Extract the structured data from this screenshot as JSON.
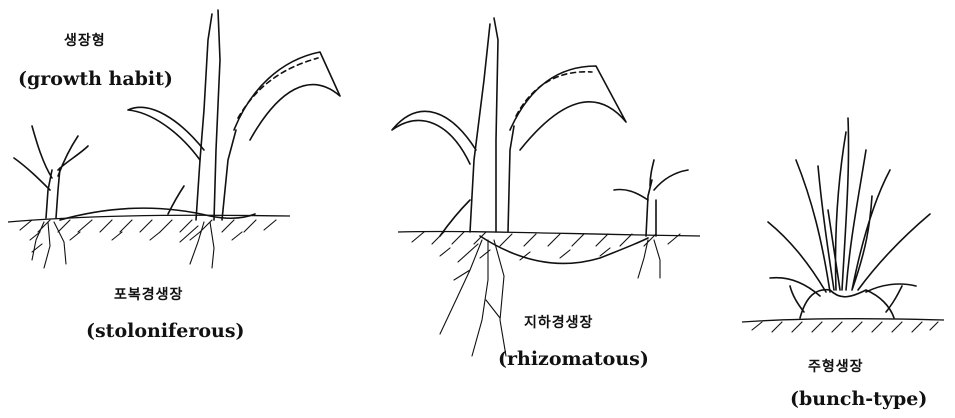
{
  "title": {
    "korean": "생장형",
    "english": "(growth  habit)"
  },
  "types": [
    {
      "korean": "포복경생장",
      "english": "(stoloniferous)"
    },
    {
      "korean": "지하경생장",
      "english": "(rhizomatous)"
    },
    {
      "korean": "주형생장",
      "english": "(bunch-type)"
    }
  ],
  "colors": {
    "ink": "#111111",
    "background": "#ffffff"
  }
}
